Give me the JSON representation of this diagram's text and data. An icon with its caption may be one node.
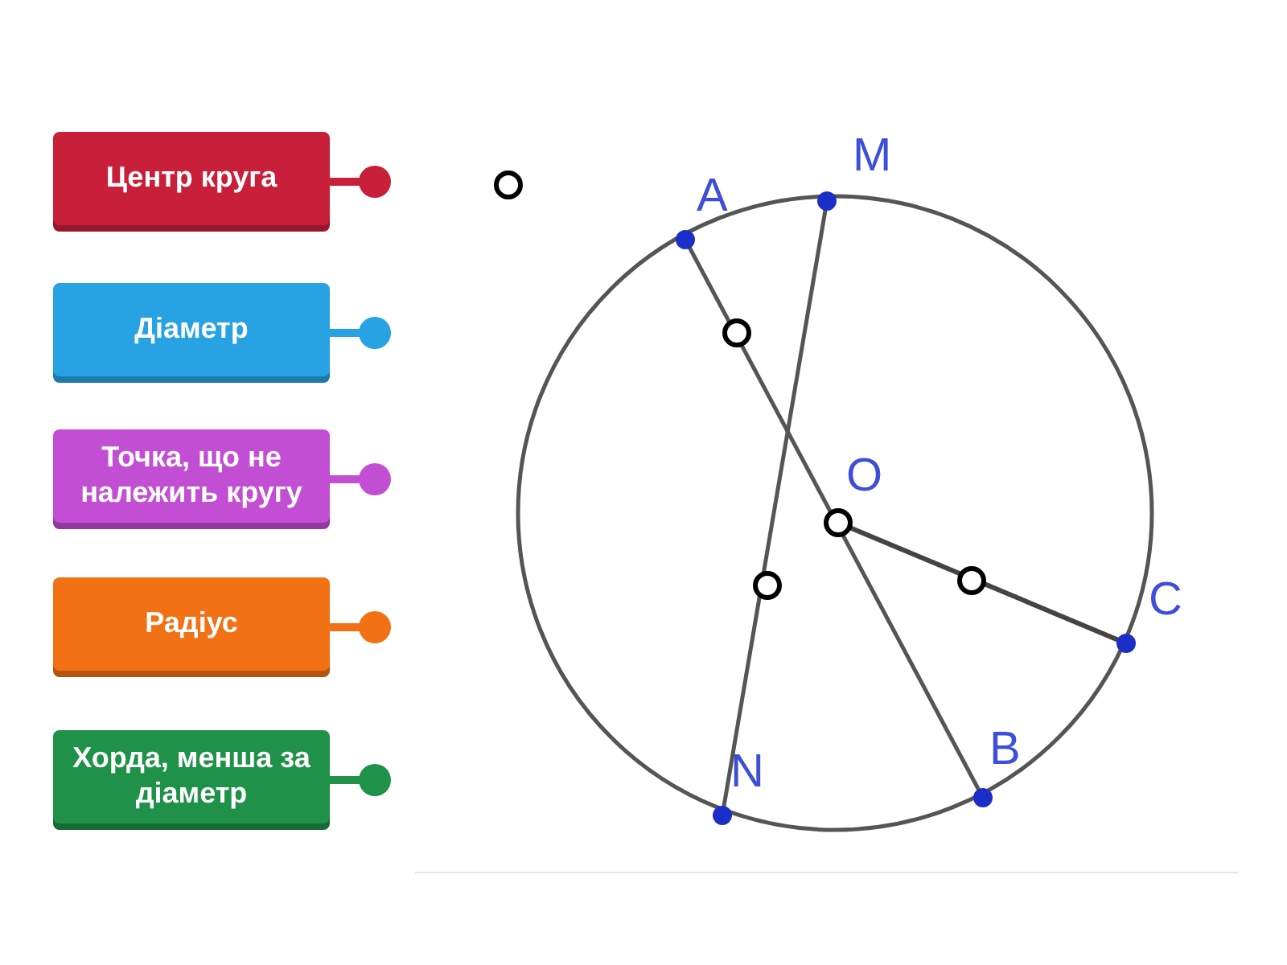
{
  "diagram": {
    "nodes": [
      {
        "text": [
          "Центр круга"
        ]
      },
      {
        "text": [
          "Діаметр"
        ]
      },
      {
        "text": [
          "Точка, що не належить кругу"
        ]
      },
      {
        "text": [
          "Радіус"
        ]
      },
      {
        "text": [
          "Хорда, менша за діаметр"
        ]
      }
    ],
    "labels": [
      "M",
      "A",
      "O",
      "C",
      "N",
      "B"
    ]
  }
}
